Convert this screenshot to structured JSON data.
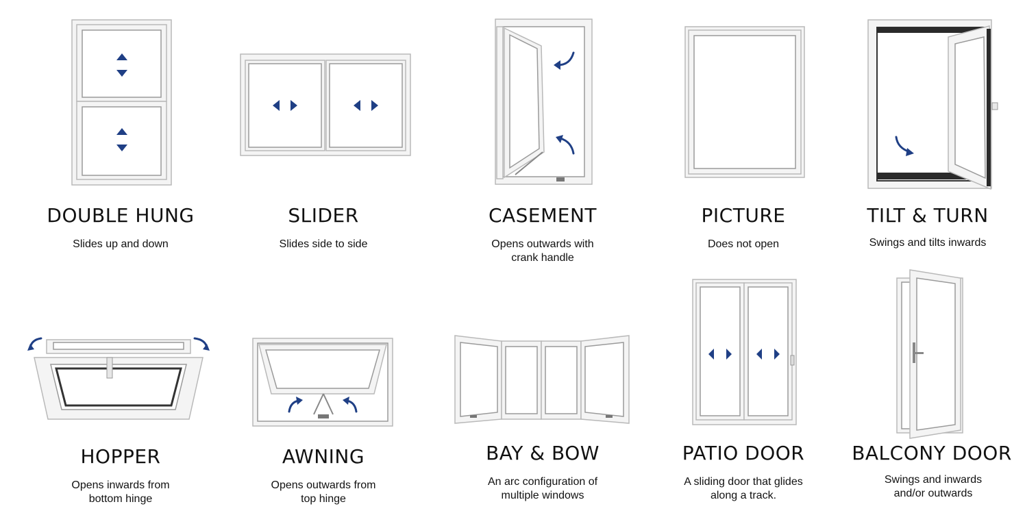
{
  "accent_color": "#1f3f85",
  "windows": [
    {
      "name": "DOUBLE HUNG",
      "desc": [
        "Slides up and down"
      ],
      "icon": "double-hung-window-icon"
    },
    {
      "name": "SLIDER",
      "desc": [
        "Slides side to side"
      ],
      "icon": "slider-window-icon"
    },
    {
      "name": "CASEMENT",
      "desc": [
        "Opens outwards with",
        "crank handle"
      ],
      "icon": "casement-window-icon"
    },
    {
      "name": "PICTURE",
      "desc": [
        "Does not open"
      ],
      "icon": "picture-window-icon"
    },
    {
      "name": "TILT & TURN",
      "desc": [
        "Swings and tilts inwards"
      ],
      "icon": "tilt-turn-window-icon"
    },
    {
      "name": "HOPPER",
      "desc": [
        "Opens inwards from",
        "bottom hinge"
      ],
      "icon": "hopper-window-icon"
    },
    {
      "name": "AWNING",
      "desc": [
        "Opens outwards from",
        "top hinge"
      ],
      "icon": "awning-window-icon"
    },
    {
      "name": "BAY & BOW",
      "desc": [
        "An arc configuration of",
        "multiple windows"
      ],
      "icon": "bay-bow-window-icon"
    },
    {
      "name": "PATIO DOOR",
      "desc": [
        "A sliding door that glides",
        "along a track."
      ],
      "icon": "patio-door-icon"
    },
    {
      "name": "BALCONY DOOR",
      "desc": [
        "Swings and inwards",
        "and/or outwards"
      ],
      "icon": "balcony-door-icon"
    }
  ]
}
